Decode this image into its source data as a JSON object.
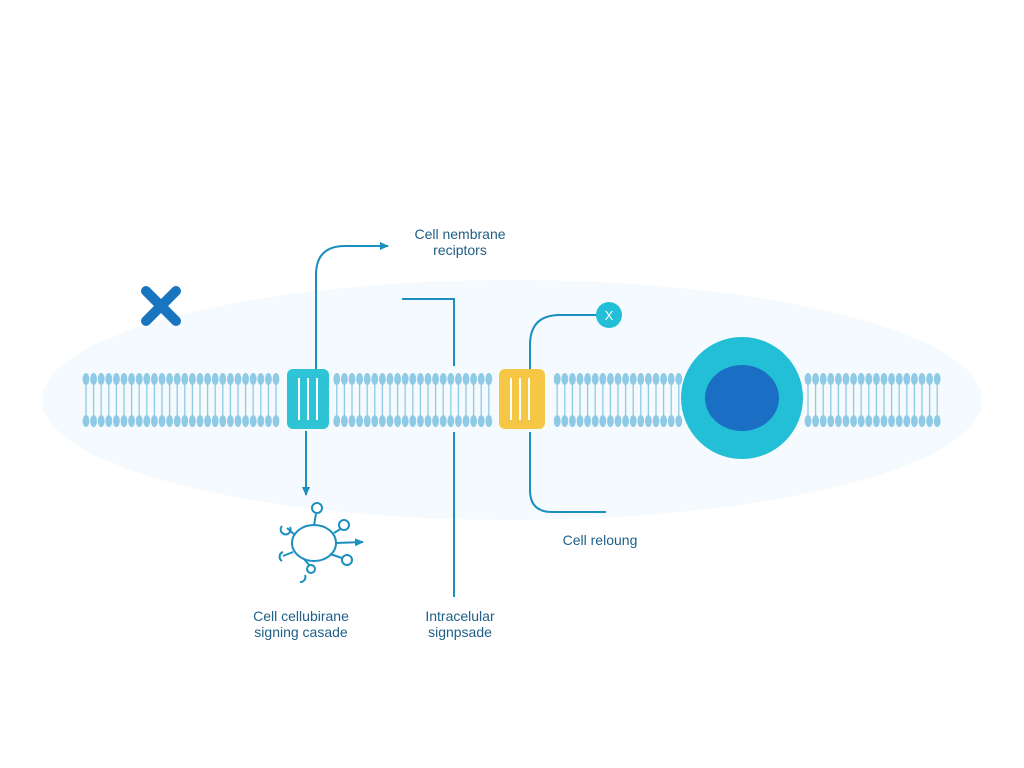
{
  "diagram": {
    "labels": {
      "receptors": [
        "Cell nembrane",
        "reciptors"
      ],
      "relaying": [
        "Cell reloung"
      ],
      "cascade": [
        "Cell cellubirane",
        "signing casade"
      ],
      "intracellular": [
        "Intracelular",
        "signpsade"
      ]
    },
    "marker_glyph": "X",
    "colors": {
      "lipid": "#8ecae6",
      "teal_receptor": "#2ec4d6",
      "yellow_receptor": "#f6c744",
      "nucleus_outer": "#22bfd6",
      "nucleus_inner": "#1a6fc4",
      "line": "#1b8fbf",
      "x_mark": "#1a75c0",
      "text": "#1d5f86"
    }
  }
}
